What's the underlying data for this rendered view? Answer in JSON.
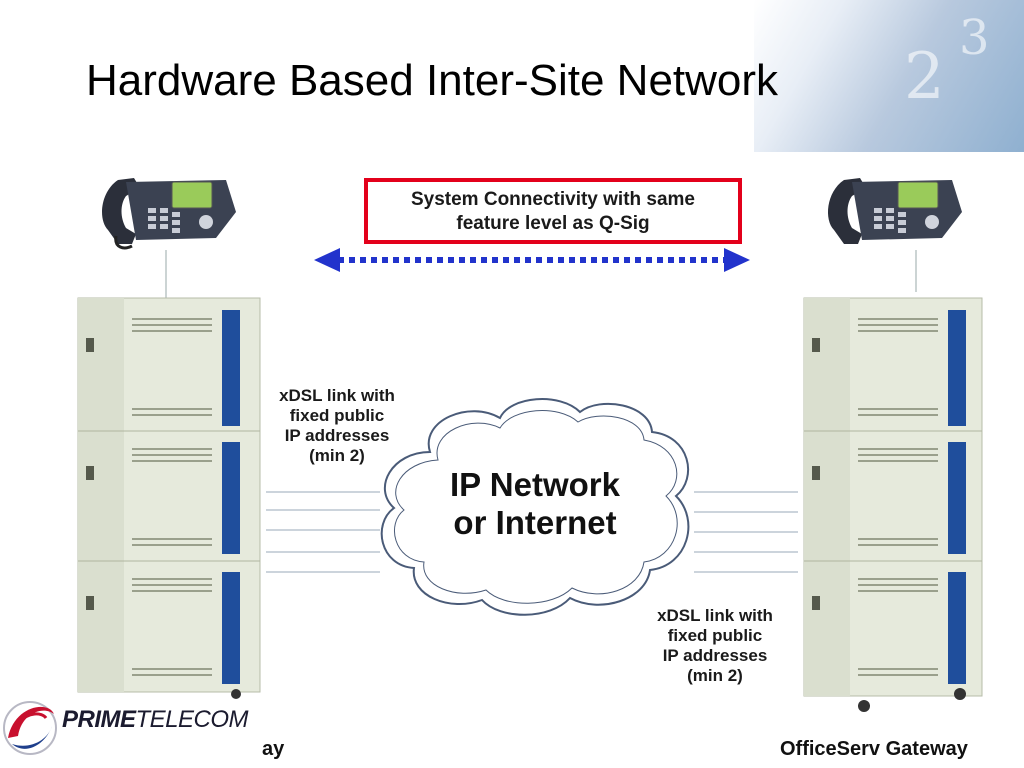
{
  "slide": {
    "title": "Hardware Based Inter-Site Network"
  },
  "callout": {
    "line1": "System Connectivity with same",
    "line2": "feature level as Q-Sig"
  },
  "left_link": {
    "line1": "xDSL link with",
    "line2": "fixed public",
    "line3": "IP addresses",
    "line4": "(min 2)"
  },
  "right_link": {
    "line1": "xDSL link with",
    "line2": "fixed public",
    "line3": "IP addresses",
    "line4": "(min 2)"
  },
  "cloud": {
    "line1": "IP Network",
    "line2": "or Internet"
  },
  "gateways": {
    "left_label_visible": "ay",
    "right_label": "OfficeServ Gateway"
  },
  "logo": {
    "part1": "PRIME",
    "part2": "TELECOM"
  },
  "colors": {
    "callout_border": "#e3001b",
    "arrow": "#2233cc",
    "cabinet": "#e8ecdf",
    "cabinet_panel": "#1f4e9c",
    "cloud_stroke": "#4a5b78"
  },
  "icons": {
    "phone_left": "ip-desk-phone-icon",
    "phone_right": "ip-desk-phone-icon",
    "cabinet_left": "server-cabinet-icon",
    "cabinet_right": "server-cabinet-icon",
    "cloud": "network-cloud-icon",
    "logo_mark": "prime-telecom-swirl-icon"
  }
}
